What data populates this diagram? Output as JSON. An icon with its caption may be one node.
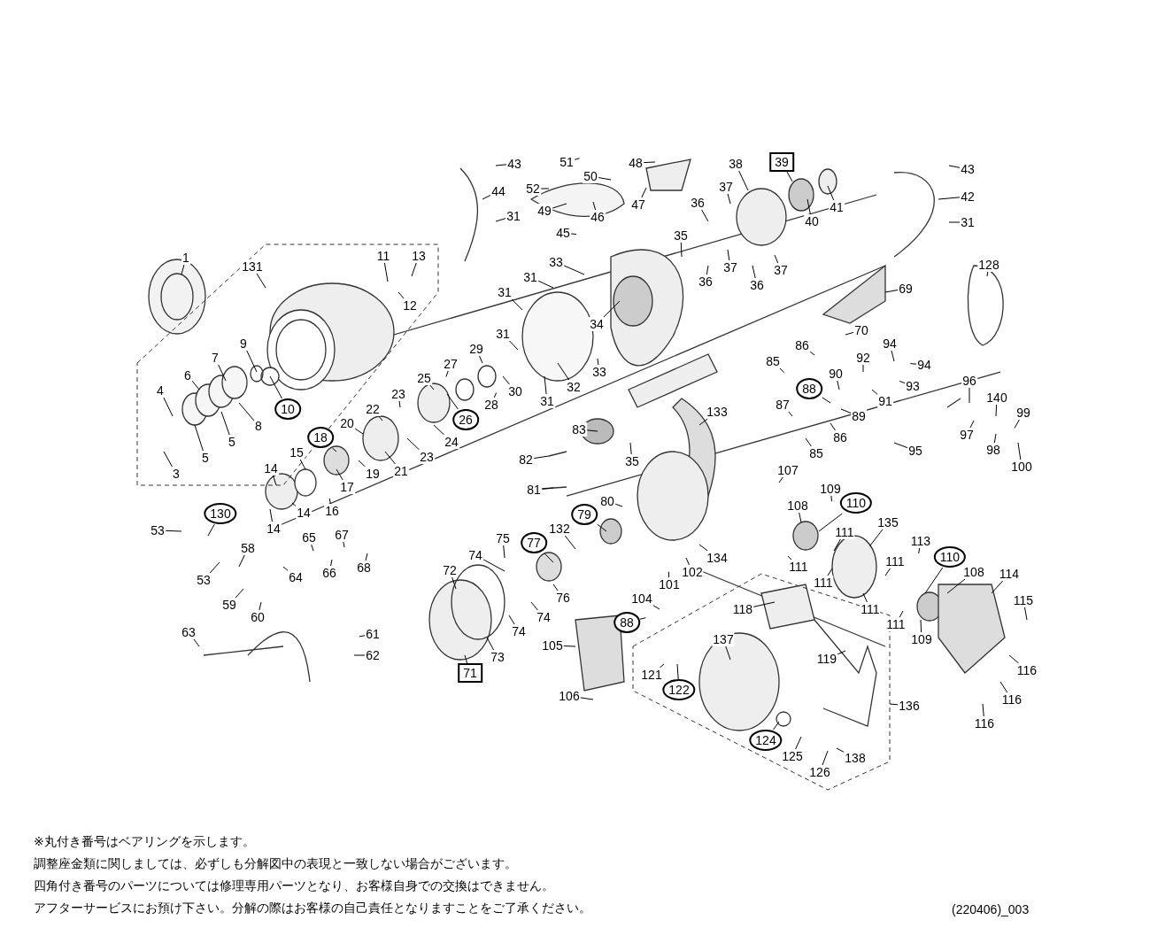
{
  "diagram": {
    "nodes": [
      {
        "text": [
          "1"
        ]
      },
      {
        "text": [
          "131"
        ]
      },
      {
        "text": [
          "11"
        ]
      },
      {
        "text": [
          "13"
        ]
      },
      {
        "text": [
          "12"
        ]
      },
      {
        "text": [
          "9"
        ]
      },
      {
        "text": [
          "10"
        ]
      },
      {
        "text": [
          "7"
        ]
      },
      {
        "text": [
          "6"
        ]
      },
      {
        "text": [
          "8"
        ]
      },
      {
        "text": [
          "4"
        ]
      },
      {
        "text": [
          "5"
        ]
      },
      {
        "text": [
          "5"
        ]
      },
      {
        "text": [
          "3"
        ]
      },
      {
        "text": [
          "43"
        ]
      },
      {
        "text": [
          "44"
        ]
      },
      {
        "text": [
          "31"
        ]
      },
      {
        "text": [
          "51"
        ]
      },
      {
        "text": [
          "50"
        ]
      },
      {
        "text": [
          "48"
        ]
      },
      {
        "text": [
          "52"
        ]
      },
      {
        "text": [
          "49"
        ]
      },
      {
        "text": [
          "46"
        ]
      },
      {
        "text": [
          "47"
        ]
      },
      {
        "text": [
          "45"
        ]
      },
      {
        "text": [
          "38"
        ]
      },
      {
        "text": [
          "39"
        ]
      },
      {
        "text": [
          "36"
        ]
      },
      {
        "text": [
          "37"
        ]
      },
      {
        "text": [
          "40"
        ]
      },
      {
        "text": [
          "41"
        ]
      },
      {
        "text": [
          "43"
        ]
      },
      {
        "text": [
          "42"
        ]
      },
      {
        "text": [
          "31"
        ]
      },
      {
        "text": [
          "35"
        ]
      },
      {
        "text": [
          "37"
        ]
      },
      {
        "text": [
          "36"
        ]
      },
      {
        "text": [
          "36"
        ]
      },
      {
        "text": [
          "37"
        ]
      },
      {
        "text": [
          "33"
        ]
      },
      {
        "text": [
          "31"
        ]
      },
      {
        "text": [
          "31"
        ]
      },
      {
        "text": [
          "34"
        ]
      },
      {
        "text": [
          "31"
        ]
      },
      {
        "text": [
          "29"
        ]
      },
      {
        "text": [
          "27"
        ]
      },
      {
        "text": [
          "25"
        ]
      },
      {
        "text": [
          "23"
        ]
      },
      {
        "text": [
          "26"
        ]
      },
      {
        "text": [
          "28"
        ]
      },
      {
        "text": [
          "30"
        ]
      },
      {
        "text": [
          "32"
        ]
      },
      {
        "text": [
          "33"
        ]
      },
      {
        "text": [
          "31"
        ]
      },
      {
        "text": [
          "128"
        ]
      },
      {
        "text": [
          "69"
        ]
      },
      {
        "text": [
          "70"
        ]
      },
      {
        "text": [
          "85"
        ]
      },
      {
        "text": [
          "86"
        ]
      },
      {
        "text": [
          "94"
        ]
      },
      {
        "text": [
          "92"
        ]
      },
      {
        "text": [
          "94"
        ]
      },
      {
        "text": [
          "90"
        ]
      },
      {
        "text": [
          "88"
        ]
      },
      {
        "text": [
          "93"
        ]
      },
      {
        "text": [
          "91"
        ]
      },
      {
        "text": [
          "89"
        ]
      },
      {
        "text": [
          "87"
        ]
      },
      {
        "text": [
          "86"
        ]
      },
      {
        "text": [
          "85"
        ]
      },
      {
        "text": [
          "133"
        ]
      },
      {
        "text": [
          "96"
        ]
      },
      {
        "text": [
          "140"
        ]
      },
      {
        "text": [
          "99"
        ]
      },
      {
        "text": [
          "97"
        ]
      },
      {
        "text": [
          "98"
        ]
      },
      {
        "text": [
          "100"
        ]
      },
      {
        "text": [
          "95"
        ]
      },
      {
        "text": [
          "22"
        ]
      },
      {
        "text": [
          "20"
        ]
      },
      {
        "text": [
          "24"
        ]
      },
      {
        "text": [
          "23"
        ]
      },
      {
        "text": [
          "21"
        ]
      },
      {
        "text": [
          "18"
        ]
      },
      {
        "text": [
          "19"
        ]
      },
      {
        "text": [
          "17"
        ]
      },
      {
        "text": [
          "15"
        ]
      },
      {
        "text": [
          "14"
        ]
      },
      {
        "text": [
          "14"
        ]
      },
      {
        "text": [
          "16"
        ]
      },
      {
        "text": [
          "14"
        ]
      },
      {
        "text": [
          "83"
        ]
      },
      {
        "text": [
          "35"
        ]
      },
      {
        "text": [
          "82"
        ]
      },
      {
        "text": [
          "107"
        ]
      },
      {
        "text": [
          "81"
        ]
      },
      {
        "text": [
          "109"
        ]
      },
      {
        "text": [
          "108"
        ]
      },
      {
        "text": [
          "110"
        ]
      },
      {
        "text": [
          "135"
        ]
      },
      {
        "text": [
          "111"
        ]
      },
      {
        "text": [
          "113"
        ]
      },
      {
        "text": [
          "110"
        ]
      },
      {
        "text": [
          "111"
        ]
      },
      {
        "text": [
          "108"
        ]
      },
      {
        "text": [
          "114"
        ]
      },
      {
        "text": [
          "111"
        ]
      },
      {
        "text": [
          "111"
        ]
      },
      {
        "text": [
          "111"
        ]
      },
      {
        "text": [
          "111"
        ]
      },
      {
        "text": [
          "109"
        ]
      },
      {
        "text": [
          "115"
        ]
      },
      {
        "text": [
          "116"
        ]
      },
      {
        "text": [
          "116"
        ]
      },
      {
        "text": [
          "116"
        ]
      },
      {
        "text": [
          "53"
        ]
      },
      {
        "text": [
          "130"
        ]
      },
      {
        "text": [
          "53"
        ]
      },
      {
        "text": [
          "58"
        ]
      },
      {
        "text": [
          "65"
        ]
      },
      {
        "text": [
          "67"
        ]
      },
      {
        "text": [
          "66"
        ]
      },
      {
        "text": [
          "68"
        ]
      },
      {
        "text": [
          "64"
        ]
      },
      {
        "text": [
          "59"
        ]
      },
      {
        "text": [
          "60"
        ]
      },
      {
        "text": [
          "63"
        ]
      },
      {
        "text": [
          "61"
        ]
      },
      {
        "text": [
          "62"
        ]
      },
      {
        "text": [
          "80"
        ]
      },
      {
        "text": [
          "79"
        ]
      },
      {
        "text": [
          "132"
        ]
      },
      {
        "text": [
          "77"
        ]
      },
      {
        "text": [
          "75"
        ]
      },
      {
        "text": [
          "74"
        ]
      },
      {
        "text": [
          "76"
        ]
      },
      {
        "text": [
          "74"
        ]
      },
      {
        "text": [
          "74"
        ]
      },
      {
        "text": [
          "72"
        ]
      },
      {
        "text": [
          "73"
        ]
      },
      {
        "text": [
          "71"
        ]
      },
      {
        "text": [
          "134"
        ]
      },
      {
        "text": [
          "101"
        ]
      },
      {
        "text": [
          "102"
        ]
      },
      {
        "text": [
          "104"
        ]
      },
      {
        "text": [
          "88"
        ]
      },
      {
        "text": [
          "105"
        ]
      },
      {
        "text": [
          "106"
        ]
      },
      {
        "text": [
          "118"
        ]
      },
      {
        "text": [
          "119"
        ]
      },
      {
        "text": [
          "137"
        ]
      },
      {
        "text": [
          "121"
        ]
      },
      {
        "text": [
          "122"
        ]
      },
      {
        "text": [
          "124"
        ]
      },
      {
        "text": [
          "125"
        ]
      },
      {
        "text": [
          "126"
        ]
      },
      {
        "text": [
          "138"
        ]
      },
      {
        "text": [
          "136"
        ]
      }
    ],
    "edges": [
      {
        "from": 0,
        "to": null,
        "arrow": "none"
      },
      {
        "from": 1,
        "to": null,
        "arrow": "none"
      },
      {
        "from": 2,
        "to": null,
        "arrow": "none"
      },
      {
        "from": 3,
        "to": null,
        "arrow": "none"
      },
      {
        "from": 4,
        "to": null,
        "arrow": "none"
      },
      {
        "from": 5,
        "to": null,
        "arrow": "none"
      },
      {
        "from": 6,
        "to": null,
        "arrow": "none"
      },
      {
        "from": 7,
        "to": null,
        "arrow": "none"
      },
      {
        "from": 8,
        "to": null,
        "arrow": "none"
      },
      {
        "from": 9,
        "to": null,
        "arrow": "none"
      },
      {
        "from": 10,
        "to": null,
        "arrow": "none"
      },
      {
        "from": 11,
        "to": null,
        "arrow": "none"
      },
      {
        "from": 12,
        "to": null,
        "arrow": "none"
      },
      {
        "from": 13,
        "to": null,
        "arrow": "none"
      },
      {
        "from": 14,
        "to": null,
        "arrow": "none"
      },
      {
        "from": 15,
        "to": null,
        "arrow": "none"
      },
      {
        "from": 16,
        "to": null,
        "arrow": "none"
      },
      {
        "from": 17,
        "to": null,
        "arrow": "none"
      },
      {
        "from": 18,
        "to": null,
        "arrow": "none"
      },
      {
        "from": 19,
        "to": null,
        "arrow": "none"
      },
      {
        "from": 20,
        "to": null,
        "arrow": "none"
      },
      {
        "from": 21,
        "to": null,
        "arrow": "none"
      },
      {
        "from": 22,
        "to": null,
        "arrow": "none"
      },
      {
        "from": 23,
        "to": null,
        "arrow": "none"
      },
      {
        "from": 24,
        "to": null,
        "arrow": "none"
      },
      {
        "from": 25,
        "to": null,
        "arrow": "none"
      },
      {
        "from": 26,
        "to": null,
        "arrow": "none"
      },
      {
        "from": 27,
        "to": null,
        "arrow": "none"
      },
      {
        "from": 28,
        "to": null,
        "arrow": "none"
      },
      {
        "from": 29,
        "to": null,
        "arrow": "none"
      },
      {
        "from": 30,
        "to": null,
        "arrow": "none"
      },
      {
        "from": 31,
        "to": null,
        "arrow": "none"
      },
      {
        "from": 32,
        "to": null,
        "arrow": "none"
      },
      {
        "from": 33,
        "to": null,
        "arrow": "none"
      },
      {
        "from": 34,
        "to": null,
        "arrow": "none"
      },
      {
        "from": 35,
        "to": null,
        "arrow": "none"
      },
      {
        "from": 36,
        "to": null,
        "arrow": "none"
      },
      {
        "from": 37,
        "to": null,
        "arrow": "none"
      },
      {
        "from": 38,
        "to": null,
        "arrow": "none"
      },
      {
        "from": 39,
        "to": null,
        "arrow": "none"
      },
      {
        "from": 40,
        "to": null,
        "arrow": "none"
      },
      {
        "from": 41,
        "to": null,
        "arrow": "none"
      },
      {
        "from": 42,
        "to": null,
        "arrow": "none"
      },
      {
        "from": 43,
        "to": null,
        "arrow": "none"
      },
      {
        "from": 44,
        "to": null,
        "arrow": "none"
      },
      {
        "from": 45,
        "to": null,
        "arrow": "none"
      },
      {
        "from": 46,
        "to": null,
        "arrow": "none"
      },
      {
        "from": 47,
        "to": null,
        "arrow": "none"
      },
      {
        "from": 48,
        "to": null,
        "arrow": "none"
      },
      {
        "from": 49,
        "to": null,
        "arrow": "none"
      },
      {
        "from": 50,
        "to": null,
        "arrow": "none"
      },
      {
        "from": 51,
        "to": null,
        "arrow": "none"
      },
      {
        "from": 52,
        "to": null,
        "arrow": "none"
      },
      {
        "from": 53,
        "to": null,
        "arrow": "none"
      },
      {
        "from": 54,
        "to": null,
        "arrow": "none"
      },
      {
        "from": 55,
        "to": null,
        "arrow": "none"
      },
      {
        "from": 56,
        "to": null,
        "arrow": "none"
      },
      {
        "from": 57,
        "to": null,
        "arrow": "none"
      },
      {
        "from": 58,
        "to": null,
        "arrow": "none"
      },
      {
        "from": 59,
        "to": null,
        "arrow": "none"
      },
      {
        "from": 60,
        "to": null,
        "arrow": "none"
      },
      {
        "from": 61,
        "to": null,
        "arrow": "none"
      },
      {
        "from": 62,
        "to": null,
        "arrow": "none"
      },
      {
        "from": 63,
        "to": null,
        "arrow": "none"
      },
      {
        "from": 64,
        "to": null,
        "arrow": "none"
      },
      {
        "from": 65,
        "to": null,
        "arrow": "none"
      },
      {
        "from": 66,
        "to": null,
        "arrow": "none"
      },
      {
        "from": 67,
        "to": null,
        "arrow": "none"
      },
      {
        "from": 68,
        "to": null,
        "arrow": "none"
      },
      {
        "from": 69,
        "to": null,
        "arrow": "none"
      },
      {
        "from": 70,
        "to": null,
        "arrow": "none"
      },
      {
        "from": 71,
        "to": null,
        "arrow": "none"
      },
      {
        "from": 72,
        "to": null,
        "arrow": "none"
      },
      {
        "from": 73,
        "to": null,
        "arrow": "none"
      },
      {
        "from": 74,
        "to": null,
        "arrow": "none"
      },
      {
        "from": 75,
        "to": null,
        "arrow": "none"
      },
      {
        "from": 76,
        "to": null,
        "arrow": "none"
      },
      {
        "from": 77,
        "to": null,
        "arrow": "none"
      },
      {
        "from": 78,
        "to": null,
        "arrow": "none"
      },
      {
        "from": 79,
        "to": null,
        "arrow": "none"
      },
      {
        "from": 80,
        "to": null,
        "arrow": "none"
      },
      {
        "from": 81,
        "to": null,
        "arrow": "none"
      },
      {
        "from": 82,
        "to": null,
        "arrow": "none"
      },
      {
        "from": 83,
        "to": null,
        "arrow": "none"
      },
      {
        "from": 84,
        "to": null,
        "arrow": "none"
      },
      {
        "from": 85,
        "to": null,
        "arrow": "none"
      },
      {
        "from": 86,
        "to": null,
        "arrow": "none"
      },
      {
        "from": 87,
        "to": null,
        "arrow": "none"
      },
      {
        "from": 88,
        "to": null,
        "arrow": "none"
      },
      {
        "from": 89,
        "to": null,
        "arrow": "none"
      },
      {
        "from": 90,
        "to": null,
        "arrow": "none"
      },
      {
        "from": 91,
        "to": null,
        "arrow": "none"
      },
      {
        "from": 92,
        "to": null,
        "arrow": "none"
      },
      {
        "from": 93,
        "to": null,
        "arrow": "none"
      },
      {
        "from": 94,
        "to": null,
        "arrow": "none"
      },
      {
        "from": 95,
        "to": null,
        "arrow": "none"
      },
      {
        "from": 96,
        "to": null,
        "arrow": "none"
      },
      {
        "from": 97,
        "to": null,
        "arrow": "none"
      },
      {
        "from": 98,
        "to": null,
        "arrow": "none"
      },
      {
        "from": 99,
        "to": null,
        "arrow": "none"
      },
      {
        "from": 100,
        "to": null,
        "arrow": "none"
      },
      {
        "from": 101,
        "to": null,
        "arrow": "none"
      },
      {
        "from": 102,
        "to": null,
        "arrow": "none"
      },
      {
        "from": 103,
        "to": null,
        "arrow": "none"
      },
      {
        "from": 104,
        "to": null,
        "arrow": "none"
      },
      {
        "from": 105,
        "to": null,
        "arrow": "none"
      },
      {
        "from": 106,
        "to": null,
        "arrow": "none"
      },
      {
        "from": 107,
        "to": null,
        "arrow": "none"
      },
      {
        "from": 108,
        "to": null,
        "arrow": "none"
      },
      {
        "from": 109,
        "to": null,
        "arrow": "none"
      },
      {
        "from": 110,
        "to": null,
        "arrow": "none"
      },
      {
        "from": 111,
        "to": null,
        "arrow": "none"
      },
      {
        "from": 112,
        "to": null,
        "arrow": "none"
      },
      {
        "from": 113,
        "to": null,
        "arrow": "none"
      },
      {
        "from": 114,
        "to": null,
        "arrow": "none"
      },
      {
        "from": 115,
        "to": null,
        "arrow": "none"
      },
      {
        "from": 116,
        "to": null,
        "arrow": "none"
      },
      {
        "from": 117,
        "to": null,
        "arrow": "none"
      },
      {
        "from": 118,
        "to": null,
        "arrow": "none"
      },
      {
        "from": 119,
        "to": null,
        "arrow": "none"
      },
      {
        "from": 120,
        "to": null,
        "arrow": "none"
      },
      {
        "from": 121,
        "to": null,
        "arrow": "none"
      },
      {
        "from": 122,
        "to": null,
        "arrow": "none"
      },
      {
        "from": 123,
        "to": null,
        "arrow": "none"
      },
      {
        "from": 124,
        "to": null,
        "arrow": "none"
      },
      {
        "from": 125,
        "to": null,
        "arrow": "none"
      },
      {
        "from": 126,
        "to": null,
        "arrow": "none"
      },
      {
        "from": 127,
        "to": null,
        "arrow": "none"
      },
      {
        "from": 128,
        "to": null,
        "arrow": "none"
      },
      {
        "from": 129,
        "to": null,
        "arrow": "none"
      },
      {
        "from": 130,
        "to": null,
        "arrow": "none"
      },
      {
        "from": 131,
        "to": null,
        "arrow": "none"
      },
      {
        "from": 132,
        "to": null,
        "arrow": "none"
      },
      {
        "from": 133,
        "to": null,
        "arrow": "none"
      },
      {
        "from": 134,
        "to": null,
        "arrow": "none"
      },
      {
        "from": 135,
        "to": null,
        "arrow": "none"
      },
      {
        "from": 136,
        "to": null,
        "arrow": "none"
      },
      {
        "from": 137,
        "to": null,
        "arrow": "none"
      },
      {
        "from": 138,
        "to": null,
        "arrow": "none"
      },
      {
        "from": 139,
        "to": null,
        "arrow": "none"
      },
      {
        "from": 140,
        "to": null,
        "arrow": "none"
      },
      {
        "from": 141,
        "to": null,
        "arrow": "none"
      },
      {
        "from": 142,
        "to": null,
        "arrow": "none"
      },
      {
        "from": 143,
        "to": null,
        "arrow": "none"
      },
      {
        "from": 144,
        "to": null,
        "arrow": "none"
      },
      {
        "from": 145,
        "to": null,
        "arrow": "none"
      },
      {
        "from": 146,
        "to": null,
        "arrow": "none"
      },
      {
        "from": 147,
        "to": null,
        "arrow": "none"
      },
      {
        "from": 148,
        "to": null,
        "arrow": "none"
      },
      {
        "from": 149,
        "to": null,
        "arrow": "none"
      },
      {
        "from": 150,
        "to": null,
        "arrow": "none"
      },
      {
        "from": 151,
        "to": null,
        "arrow": "none"
      },
      {
        "from": 152,
        "to": null,
        "arrow": "none"
      },
      {
        "from": 153,
        "to": null,
        "arrow": "none"
      },
      {
        "from": 154,
        "to": null,
        "arrow": "none"
      },
      {
        "from": 155,
        "to": null,
        "arrow": "none"
      },
      {
        "from": 156,
        "to": null,
        "arrow": "none"
      },
      {
        "from": 157,
        "to": null,
        "arrow": "none"
      }
    ],
    "labels": [
      "※丸付き番号はベアリングを示します。",
      "調整座金類に関しましては、必ずしも分解図中の表現と一致しない場合がございます。",
      "四角付き番号のパーツについては修理専用パーツとなり、お客様自身での交換はできません。",
      "アフターサービスにお預け下さい。分解の際はお客様の自己責任となりますことをご了承ください。",
      "(220406)_003"
    ]
  }
}
